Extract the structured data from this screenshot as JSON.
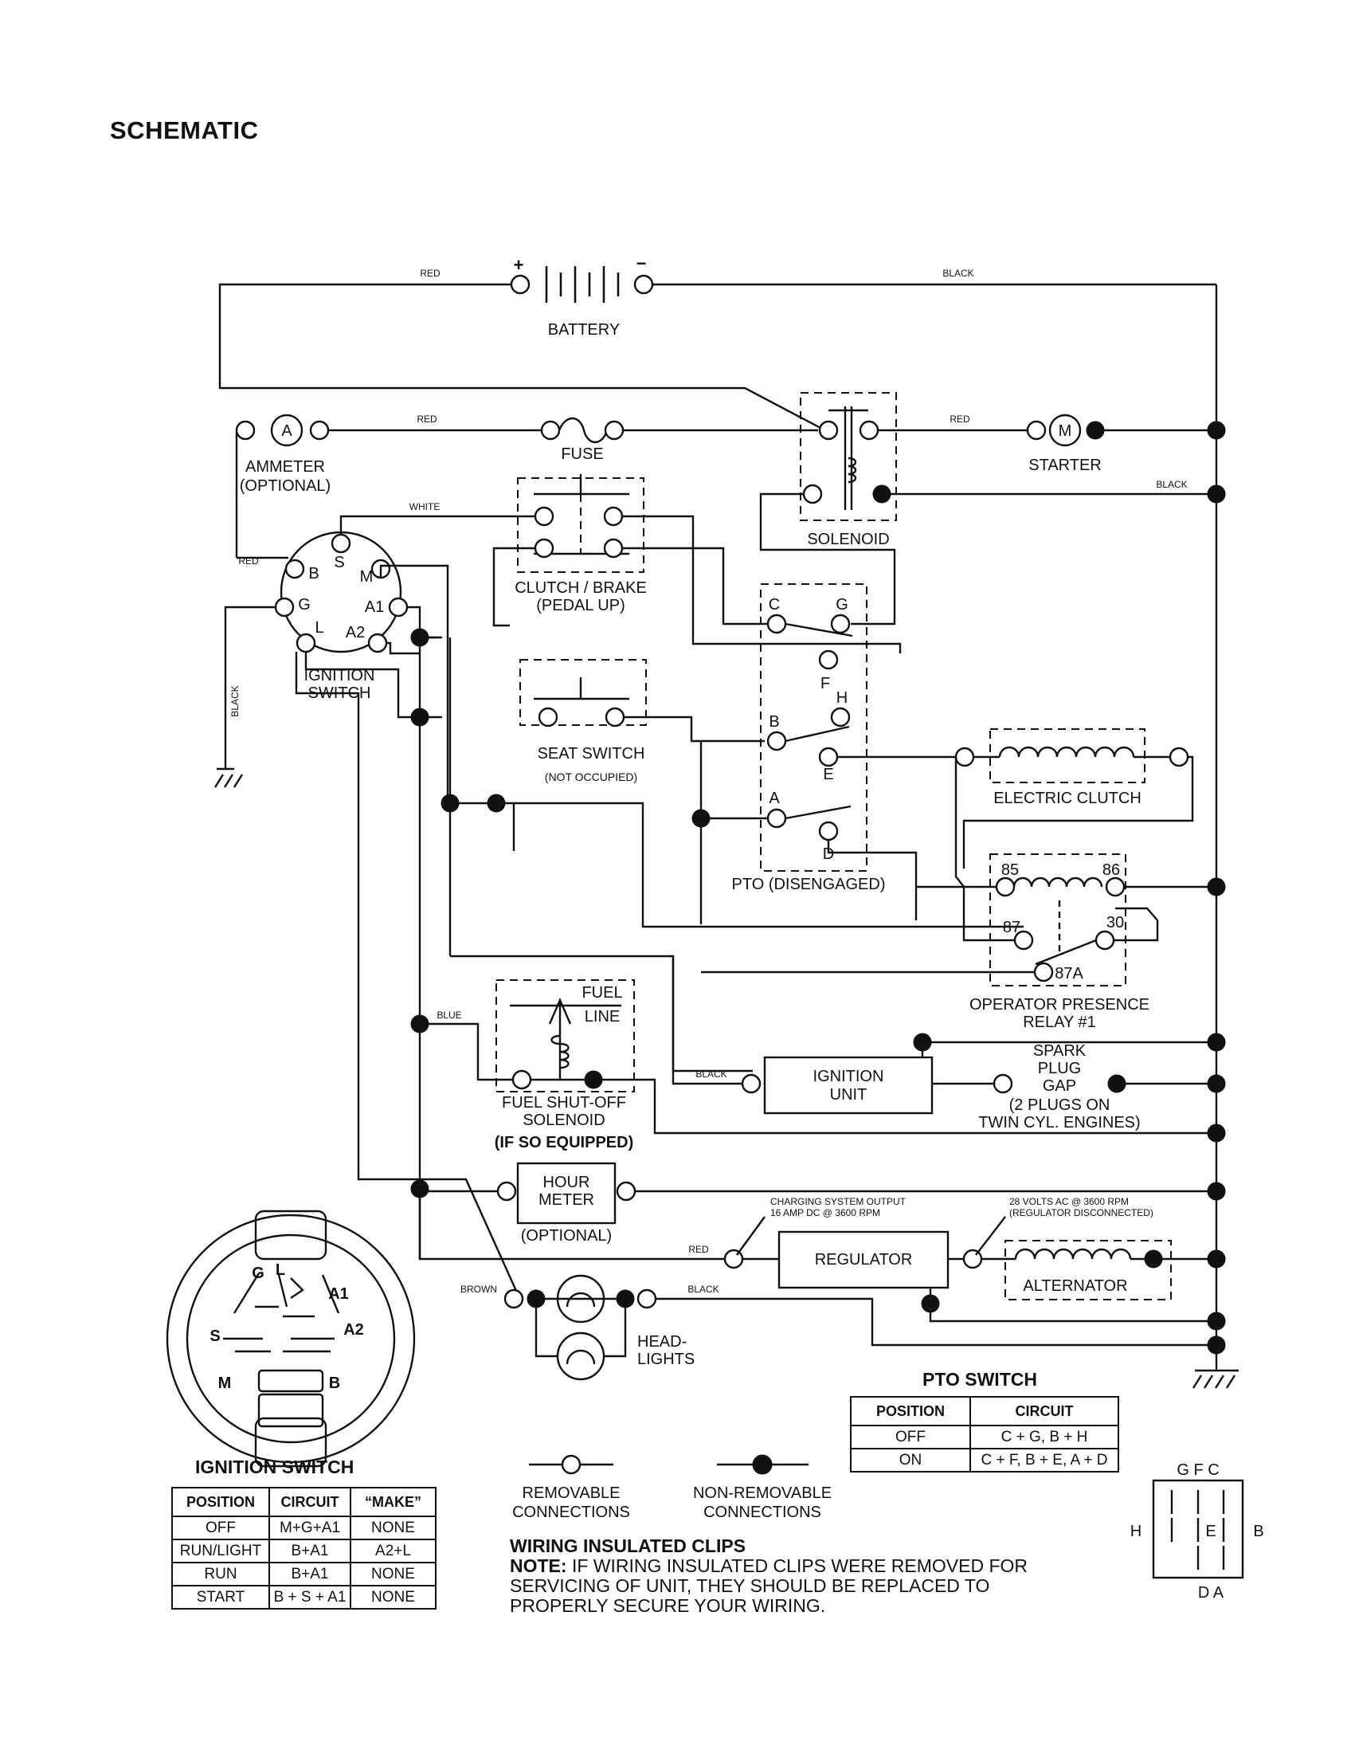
{
  "title": "SCHEMATIC",
  "battery": {
    "label": "BATTERY",
    "plus": "+",
    "minus": "−"
  },
  "wires": {
    "red": "RED",
    "black": "BLACK",
    "white": "WHITE",
    "blue": "BLUE",
    "brown": "BROWN"
  },
  "ammeter": {
    "symbol": "A",
    "label": "AMMETER",
    "optional": "(OPTIONAL)"
  },
  "fuse": {
    "label": "FUSE"
  },
  "solenoid": {
    "label": "SOLENOID"
  },
  "starter": {
    "symbol": "M",
    "label": "STARTER"
  },
  "ignition_switch": {
    "label_line1": "IGNITION",
    "label_line2": "SWITCH",
    "terminals": [
      "B",
      "S",
      "M",
      "G",
      "A1",
      "L",
      "A2"
    ]
  },
  "clutch_brake": {
    "label": "CLUTCH / BRAKE",
    "sub": "(PEDAL UP)"
  },
  "seat_switch": {
    "label": "SEAT SWITCH",
    "sub": "(NOT OCCUPIED)"
  },
  "pto": {
    "label": "PTO (DISENGAGED)",
    "terminals": [
      "C",
      "G",
      "F",
      "H",
      "B",
      "E",
      "A",
      "D"
    ]
  },
  "electric_clutch": {
    "label": "ELECTRIC CLUTCH"
  },
  "relay": {
    "label_line1": "OPERATOR PRESENCE",
    "label_line2": "RELAY #1",
    "terminals": [
      "85",
      "86",
      "87",
      "30",
      "87A"
    ]
  },
  "fuel_solenoid": {
    "fuel": "FUEL",
    "line": "LINE",
    "label_line1": "FUEL SHUT-OFF",
    "label_line2": "SOLENOID",
    "equipped": "(IF SO EQUIPPED)"
  },
  "ignition_unit": {
    "line1": "IGNITION",
    "line2": "UNIT"
  },
  "spark_plug": {
    "line1": "SPARK",
    "line2": "PLUG",
    "line3": "GAP",
    "line4": "(2 PLUGS ON",
    "line5": "TWIN CYL. ENGINES)"
  },
  "hour_meter": {
    "line1": "HOUR",
    "line2": "METER",
    "optional": "(OPTIONAL)"
  },
  "charging": {
    "output_line1": "CHARGING SYSTEM OUTPUT",
    "output_line2": "16 AMP DC @ 3600 RPM",
    "ac_line1": "28 VOLTS AC @ 3600 RPM",
    "ac_line2": "(REGULATOR DISCONNECTED)"
  },
  "regulator": {
    "label": "REGULATOR"
  },
  "alternator": {
    "label": "ALTERNATOR"
  },
  "headlights": {
    "line1": "HEAD-",
    "line2": "LIGHTS"
  },
  "switch_diagram": {
    "labels": [
      "G",
      "L",
      "A1",
      "A2",
      "S",
      "M",
      "B"
    ]
  },
  "ignition_table": {
    "title": "IGNITION SWITCH",
    "headers": [
      "POSITION",
      "CIRCUIT",
      "“MAKE”"
    ],
    "rows": [
      [
        "OFF",
        "M+G+A1",
        "NONE"
      ],
      [
        "RUN/LIGHT",
        "B+A1",
        "A2+L"
      ],
      [
        "RUN",
        "B+A1",
        "NONE"
      ],
      [
        "START",
        "B + S + A1",
        "NONE"
      ]
    ]
  },
  "pto_table": {
    "title": "PTO SWITCH",
    "headers": [
      "POSITION",
      "CIRCUIT"
    ],
    "rows": [
      [
        "OFF",
        "C + G, B + H"
      ],
      [
        "ON",
        "C + F, B + E, A + D"
      ]
    ]
  },
  "legend": {
    "removable_line1": "REMOVABLE",
    "removable_line2": "CONNECTIONS",
    "nonremovable_line1": "NON-REMOVABLE",
    "nonremovable_line2": "CONNECTIONS"
  },
  "note": {
    "heading": "WIRING INSULATED CLIPS",
    "label": "NOTE:",
    "line1": "IF WIRING INSULATED CLIPS WERE REMOVED FOR",
    "line2": "SERVICING OF UNIT, THEY SHOULD BE REPLACED TO",
    "line3": "PROPERLY SECURE YOUR WIRING."
  },
  "pto_connector": {
    "top": "G F C",
    "left": "H",
    "center": "E",
    "right": "B",
    "bottom": "D A"
  }
}
